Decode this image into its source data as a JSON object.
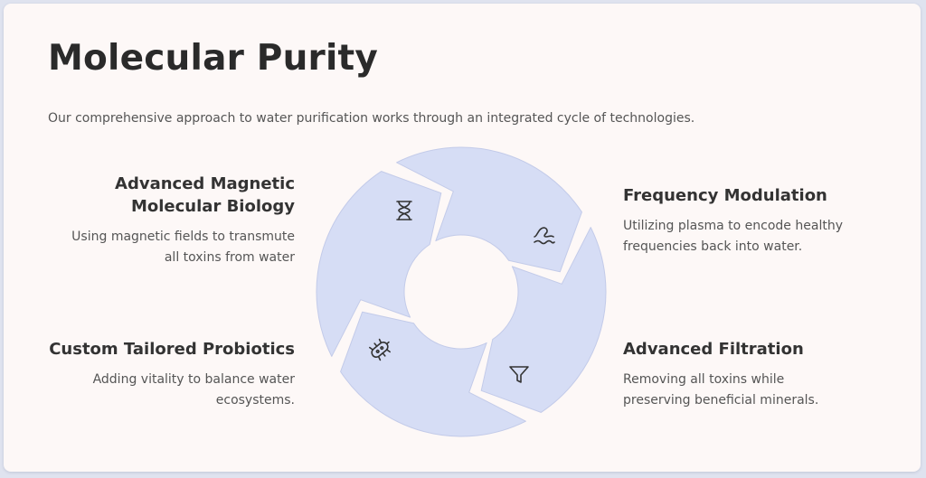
{
  "header": {
    "title": "Molecular Purity",
    "subtitle": "Our comprehensive approach to water purification works through an integrated cycle of technologies."
  },
  "steps": [
    {
      "title_line1": "Advanced Magnetic",
      "title_line2": "Molecular Biology",
      "desc_line1": "Using magnetic fields to transmute",
      "desc_line2": "all toxins from water",
      "icon": "hourglass-icon"
    },
    {
      "title_line1": "Frequency Modulation",
      "desc_line1": "Utilizing plasma to encode healthy",
      "desc_line2": "frequencies back into water.",
      "icon": "wave-icon"
    },
    {
      "title_line1": "Advanced Filtration",
      "desc_line1": "Removing all toxins while",
      "desc_line2": "preserving beneficial minerals.",
      "icon": "filter-icon"
    },
    {
      "title_line1": "Custom Tailored Probiotics",
      "desc_line1": "Adding vitality to balance water",
      "desc_line2": "ecosystems.",
      "icon": "bacteria-icon"
    }
  ],
  "colors": {
    "segment_fill": "#d6ddf5",
    "segment_stroke": "#c3cbe9",
    "card_background": "#fdf8f7",
    "icon_stroke": "#333333"
  }
}
